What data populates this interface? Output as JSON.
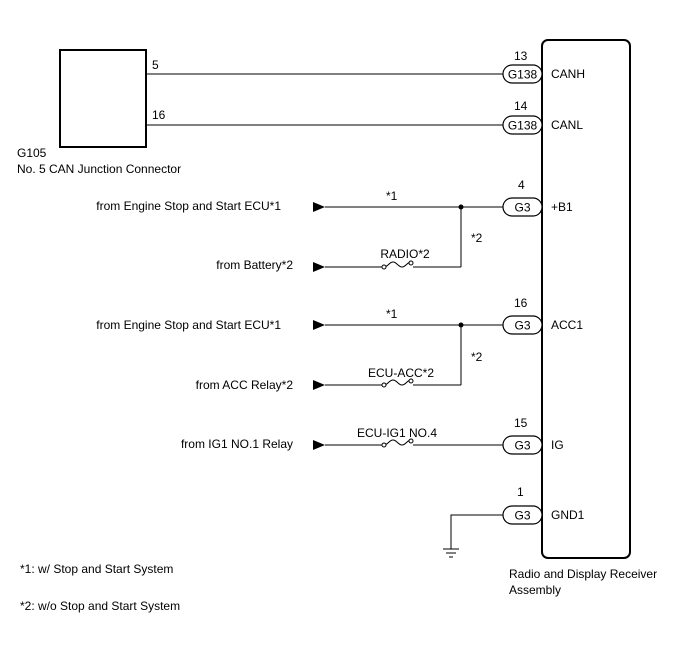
{
  "junction": {
    "id": "G105",
    "name": "No. 5 CAN Junction Connector",
    "pin_canh": "5",
    "pin_canl": "16"
  },
  "receiver": {
    "name_line1": "Radio and Display Receiver",
    "name_line2": "Assembly"
  },
  "pins": [
    {
      "pin": "13",
      "connector": "G138",
      "signal": "CANH"
    },
    {
      "pin": "14",
      "connector": "G138",
      "signal": "CANL"
    },
    {
      "pin": "4",
      "connector": "G3",
      "signal": "+B1"
    },
    {
      "pin": "16",
      "connector": "G3",
      "signal": "ACC1"
    },
    {
      "pin": "15",
      "connector": "G3",
      "signal": "IG"
    },
    {
      "pin": "1",
      "connector": "G3",
      "signal": "GND1"
    }
  ],
  "sources": {
    "engine_ecu_1": "from Engine Stop and Start ECU*1",
    "battery": "from Battery*2",
    "engine_ecu_2": "from Engine Stop and Start ECU*1",
    "acc_relay": "from ACC Relay*2",
    "ig1_relay": "from IG1 NO.1 Relay"
  },
  "marks": {
    "m1_b1": "*1",
    "m2_b1": "*2",
    "m1_acc": "*1",
    "m2_acc": "*2"
  },
  "fuses": {
    "radio": "RADIO*2",
    "ecu_acc": "ECU-ACC*2",
    "ecu_ig1": "ECU-IG1 NO.4"
  },
  "notes": {
    "note1": "*1: w/ Stop and Start System",
    "note2": "*2: w/o Stop and Start System"
  }
}
